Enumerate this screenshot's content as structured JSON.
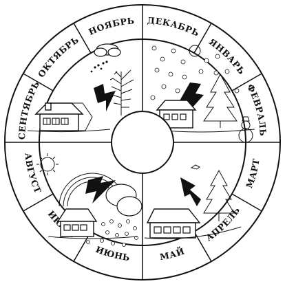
{
  "months": [
    {
      "id": "november",
      "label": "НОЯБРЬ"
    },
    {
      "id": "december",
      "label": "ДЕКАБРЬ"
    },
    {
      "id": "january",
      "label": "ЯНВАРЬ"
    },
    {
      "id": "february",
      "label": "ФЕВРАЛЬ"
    },
    {
      "id": "march",
      "label": "МАРТ"
    },
    {
      "id": "april",
      "label": "АПРЕЛЬ"
    },
    {
      "id": "may",
      "label": "МАЙ"
    },
    {
      "id": "june",
      "label": "ИЮНЬ"
    },
    {
      "id": "july",
      "label": "ИЮЛЬ"
    },
    {
      "id": "august",
      "label": "АВГУСТ"
    },
    {
      "id": "september",
      "label": "СЕНТЯБРЬ"
    },
    {
      "id": "october",
      "label": "ОКТЯБРЬ"
    }
  ],
  "quadrants": [
    {
      "id": "autumn",
      "scene": "house, bare tree, cloud, birds"
    },
    {
      "id": "winter",
      "scene": "house, snowy tree, snowflakes, snowman"
    },
    {
      "id": "spring",
      "scene": "house, fir tree, bird"
    },
    {
      "id": "summer",
      "scene": "house, sun, rainbow, flowers"
    }
  ]
}
